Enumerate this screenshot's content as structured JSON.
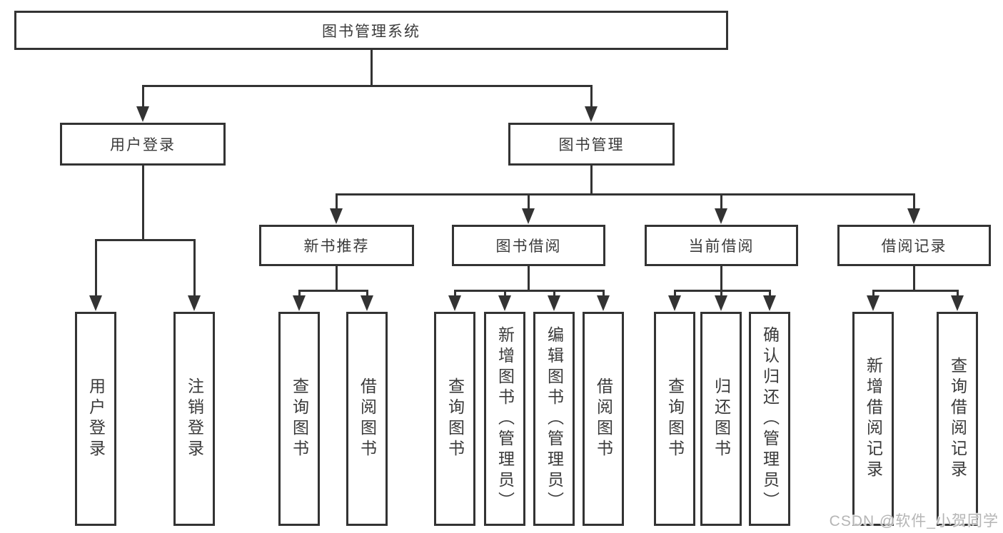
{
  "diagram": {
    "root": {
      "label": "图书管理系统"
    },
    "branches": [
      {
        "label": "用户登录",
        "children": [
          {
            "label": "用户登录"
          },
          {
            "label": "注销登录"
          }
        ]
      },
      {
        "label": "图书管理",
        "children": [
          {
            "label": "新书推荐",
            "children": [
              {
                "label": "查询图书"
              },
              {
                "label": "借阅图书"
              }
            ]
          },
          {
            "label": "图书借阅",
            "children": [
              {
                "label": "查询图书"
              },
              {
                "label": "新增图书（管理员）"
              },
              {
                "label": "编辑图书（管理员）"
              },
              {
                "label": "借阅图书"
              }
            ]
          },
          {
            "label": "当前借阅",
            "children": [
              {
                "label": "查询图书"
              },
              {
                "label": "归还图书"
              },
              {
                "label": "确认归还（管理员）"
              }
            ]
          },
          {
            "label": "借阅记录",
            "children": [
              {
                "label": "新增借阅记录"
              },
              {
                "label": "查询借阅记录"
              }
            ]
          }
        ]
      }
    ]
  },
  "watermark": {
    "text": "CSDN @软件_小贺同学"
  },
  "colors": {
    "line": "#333333",
    "text": "#3a3a3a",
    "watermark": "#b5b5b5",
    "background": "#ffffff"
  }
}
